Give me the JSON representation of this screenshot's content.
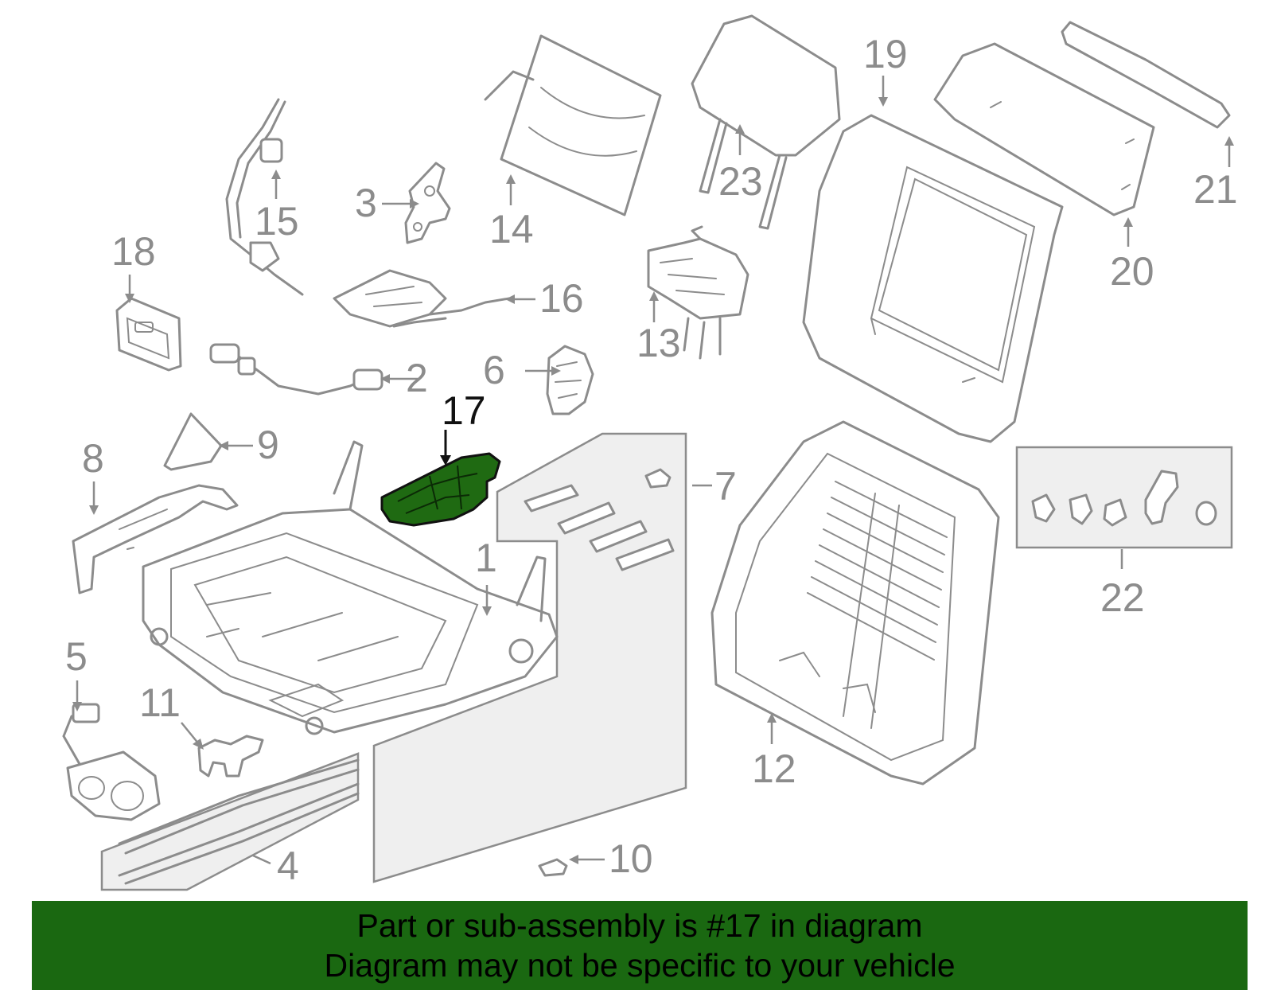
{
  "diagram": {
    "highlighted_part": "17",
    "callouts": [
      "1",
      "2",
      "3",
      "4",
      "5",
      "6",
      "7",
      "8",
      "9",
      "10",
      "11",
      "12",
      "13",
      "14",
      "15",
      "16",
      "17",
      "18",
      "19",
      "20",
      "21",
      "22",
      "23"
    ]
  },
  "banner": {
    "line1": "Part or sub-assembly is #17 in diagram",
    "line2": "Diagram may not be specific to your vehicle",
    "background": "#1a6811"
  },
  "colors": {
    "line_art": "#8c8c8c",
    "highlight_fill": "#1f6a12",
    "panel_fill": "#efefef"
  }
}
